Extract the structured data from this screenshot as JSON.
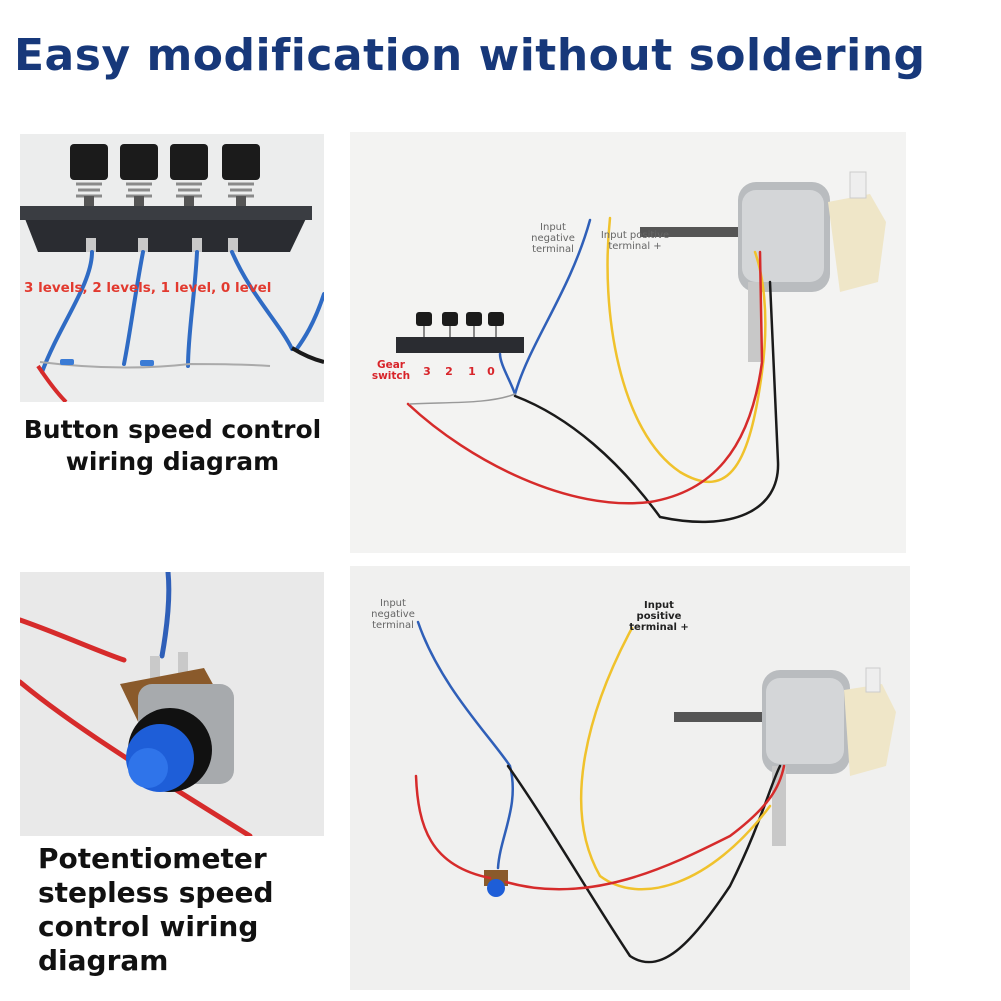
{
  "title": "Easy modification without soldering",
  "panel_button": {
    "levels_label": "3 levels, 2 levels, 1 level, 0 level",
    "caption": "Button speed control wiring diagram"
  },
  "panel_button_setup": {
    "neg_label": "Input negative terminal",
    "pos_label": "Input positive terminal +",
    "gear_label": "Gear switch",
    "num_3": "3",
    "num_2": "2",
    "num_1": "1",
    "num_0": "0"
  },
  "panel_pot": {
    "caption": "Potentiometer stepless speed control wiring diagram"
  },
  "panel_pot_setup": {
    "neg_label": "Input negative terminal",
    "pos_label": "Input positive terminal +"
  },
  "colors": {
    "title": "#17387a",
    "wire_red": "#d62b2b",
    "wire_blue": "#2f5fb8",
    "wire_yellow": "#f0c22c",
    "wire_black": "#1a1a1a",
    "label_red": "#e23a2f"
  }
}
